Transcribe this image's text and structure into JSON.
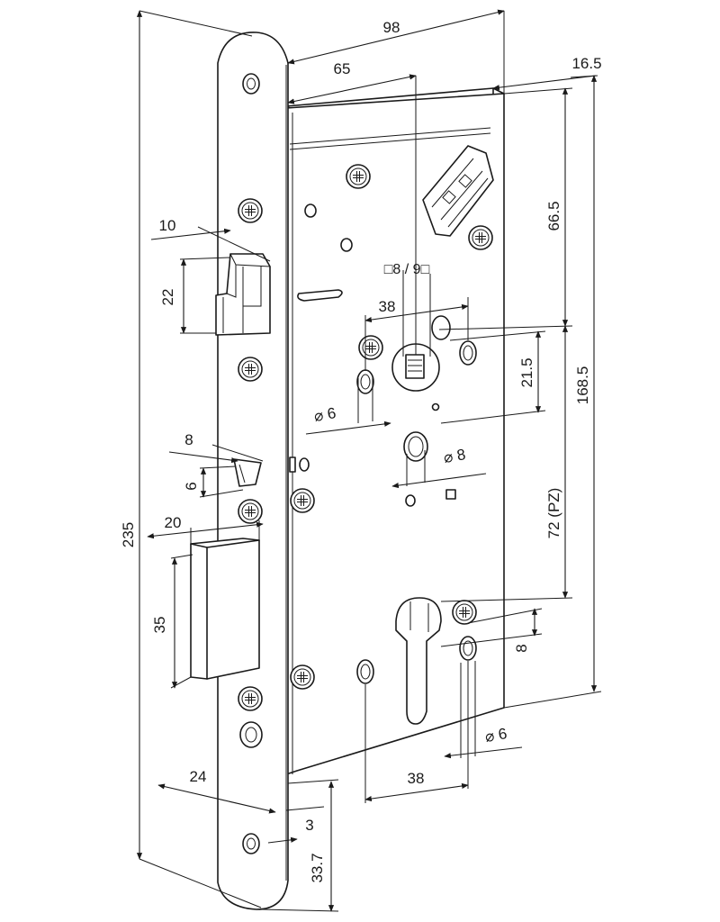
{
  "dimensions": {
    "total_height": "235",
    "width_98": "98",
    "width_65": "65",
    "depth_16_5": "16.5",
    "d66_5": "66.5",
    "d168_5": "168.5",
    "d72": "72 (PZ)",
    "d21_5": "21.5",
    "d8_right": "8",
    "square": "□8 / 9□",
    "d38_top": "38",
    "d38_bottom": "38",
    "phi6_left": "⌀ 6",
    "phi8": "⌀ 8",
    "phi6_bottom": "⌀ 6",
    "latch_10": "10",
    "latch_22": "22",
    "aux_8": "8",
    "aux_6": "6",
    "bolt_20": "20",
    "bolt_35": "35",
    "backset_24": "24",
    "d3": "3",
    "d33_7": "33.7"
  },
  "icons": [
    "screw-icon"
  ],
  "colors": {
    "line": "#1a1a1a",
    "background": "#ffffff"
  }
}
